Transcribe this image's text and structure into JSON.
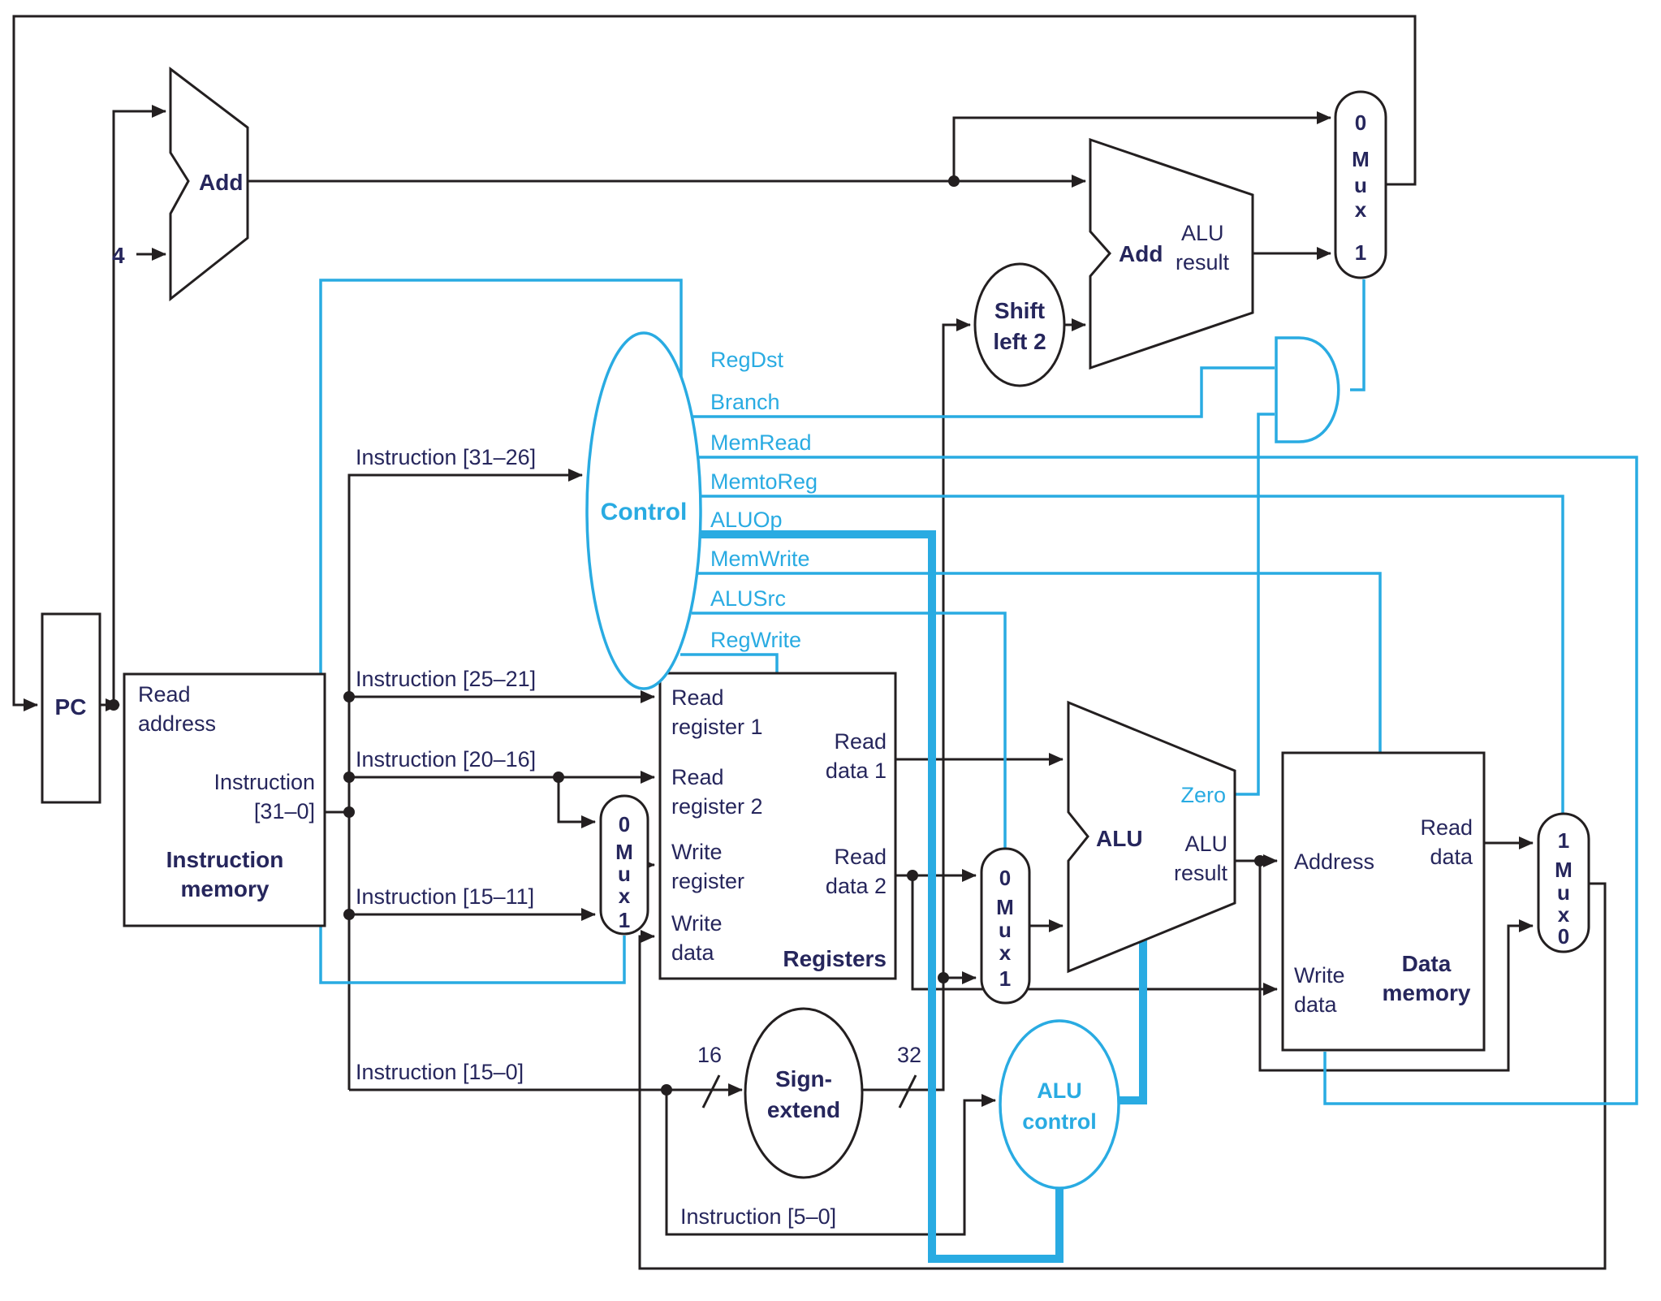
{
  "colors": {
    "accent_blue": "#29abe2",
    "wire_black": "#231f20",
    "label_ink": "#26265c"
  },
  "pc": {
    "label": "PC"
  },
  "const_four": "4",
  "adders": {
    "add1_label": "Add",
    "add2_label": "Add",
    "add2_result": [
      "ALU",
      "result"
    ]
  },
  "instruction_memory": {
    "read_address": [
      "Read",
      "address"
    ],
    "output_bus": [
      "Instruction",
      "[31–0]"
    ],
    "title": [
      "Instruction",
      "memory"
    ]
  },
  "instruction_fields": {
    "i3126": "Instruction [31–26]",
    "i2521": "Instruction [25–21]",
    "i2016": "Instruction [20–16]",
    "i1511": "Instruction [15–11]",
    "i150": "Instruction [15–0]",
    "i50": "Instruction [5–0]"
  },
  "control": {
    "title": "Control",
    "signals": [
      "RegDst",
      "Branch",
      "MemRead",
      "MemtoReg",
      "ALUOp",
      "MemWrite",
      "ALUSrc",
      "RegWrite"
    ]
  },
  "registers": {
    "title": "Registers",
    "read_register_1": [
      "Read",
      "register 1"
    ],
    "read_register_2": [
      "Read",
      "register 2"
    ],
    "write_register": [
      "Write",
      "register"
    ],
    "write_data": [
      "Write",
      "data"
    ],
    "read_data_1": [
      "Read",
      "data 1"
    ],
    "read_data_2": [
      "Read",
      "data 2"
    ]
  },
  "muxes": {
    "branch_mux": [
      "0",
      "M",
      "u",
      "x",
      "1"
    ],
    "write_reg_mux": [
      "0",
      "M",
      "u",
      "x",
      "1"
    ],
    "alusrc_mux": [
      "0",
      "M",
      "u",
      "x",
      "1"
    ],
    "memtoreg_mux": [
      "1",
      "M",
      "u",
      "x",
      "0"
    ]
  },
  "alu": {
    "title": "ALU",
    "zero": "Zero",
    "result": [
      "ALU",
      "result"
    ]
  },
  "sign_extend": {
    "title": [
      "Sign-",
      "extend"
    ],
    "in_width": "16",
    "out_width": "32"
  },
  "shift_left_2": {
    "title": [
      "Shift",
      "left 2"
    ]
  },
  "alu_control": {
    "title": [
      "ALU",
      "control"
    ]
  },
  "data_memory": {
    "title": [
      "Data",
      "memory"
    ],
    "address": "Address",
    "read_data": [
      "Read",
      "data"
    ],
    "write_data": [
      "Write",
      "data"
    ]
  }
}
